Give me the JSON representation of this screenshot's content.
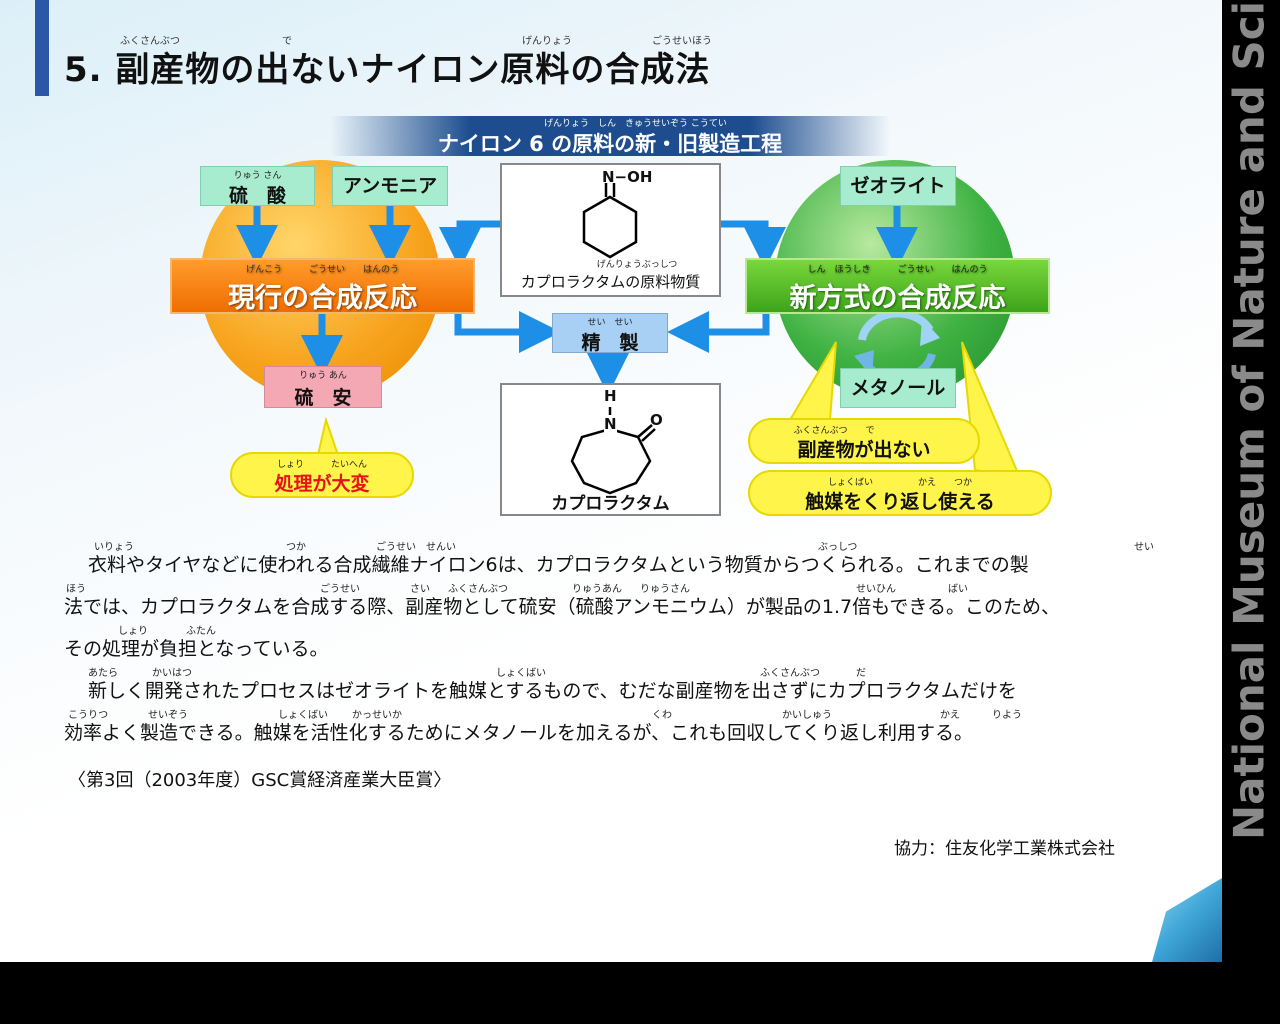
{
  "title": "5. 副産物の出ないナイロン原料の合成法",
  "title_ruby": [
    "ふくさんぶつ",
    "で",
    "げんりょう",
    "ごうせいほう"
  ],
  "side_text": "National Museum of Nature and Science",
  "diagram": {
    "banner": "ナイロン 6 の原料の新・旧製造工程",
    "banner_ruby": "げんりょう　しん　きゅうせいぞう こうてい",
    "sulfuric_acid": "硫　酸",
    "sulfuric_acid_ruby": "りゅう さん",
    "ammonia": "アンモニア",
    "current_reaction": "現行の合成反応",
    "current_reaction_ruby": "げんこう　　　ごうせい　　はんのう",
    "ammonium_sulfate": "硫　安",
    "ammonium_sulfate_ruby": "りゅう あん",
    "hard_disposal": "処理が大変",
    "hard_disposal_ruby": "しょり　　　たいへん",
    "oxime_label": "カプロラクタムの原料物質",
    "oxime_label_ruby": "げんりょうぶっしつ",
    "oxime_group": "N−OH",
    "purification": "精　製",
    "purification_ruby": "せい　せい",
    "lactam_label": "カプロラクタム",
    "lactam_h": "H",
    "lactam_n": "N",
    "lactam_o": "O",
    "zeolite": "ゼオライト",
    "new_reaction": "新方式の合成反応",
    "new_reaction_ruby": "しん　ほうしき　　　ごうせい　　はんのう",
    "methanol": "メタノール",
    "no_byproduct": "副産物が出ない",
    "no_byproduct_ruby": "ふくさんぶつ　　で",
    "reusable_catalyst": "触媒をくり返し使える",
    "reusable_catalyst_ruby": "しょくばい　　　　　かえ　　つか"
  },
  "body": {
    "p1_line1": "衣料やタイヤなどに使われる合成繊維ナイロン6は、カプロラクタムという物質からつくられる。これまでの製",
    "p1_line2": "法では、カプロラクタムを合成する際、副産物として硫安（硫酸アンモニウム）が製品の1.7倍もできる。このため、",
    "p1_line3": "その処理が負担となっている。",
    "p2_line1": "新しく開発されたプロセスはゼオライトを触媒とするもので、むだな副産物を出さずにカプロラクタムだけを",
    "p2_line2": "効率よく製造できる。触媒を活性化するためにメタノールを加えるが、これも回収してくり返し利用する。",
    "award": "〈第3回（2003年度）GSC賞経済産業大臣賞〉",
    "credit": "協力：住友化学工業株式会社",
    "ruby": {
      "r1": [
        "いりょう",
        "つか",
        "ごうせい　せんい",
        "ぶっしつ",
        "せい"
      ],
      "r2": [
        "ほう",
        "ごうせい",
        "さい",
        "ふくさんぶつ",
        "りゅうあん",
        "りゅうさん",
        "せいひん",
        "ばい"
      ],
      "r3": [
        "しょり",
        "ふたん"
      ],
      "r4": [
        "あたら",
        "かいはつ",
        "しょくばい",
        "ふくさんぶつ",
        "だ"
      ],
      "r5": [
        "こうりつ",
        "せいぞう",
        "しょくばい",
        "かっせいか",
        "くわ",
        "かいしゅう",
        "かえ",
        "りよう"
      ]
    }
  },
  "colors": {
    "title_bar": "#2a57a6",
    "banner": "#1d4d8e",
    "arrow": "#1e8fe6",
    "orange": "#f06d00",
    "green": "#3da41a",
    "yellow": "#fff44a",
    "red_text": "#e8121a"
  }
}
